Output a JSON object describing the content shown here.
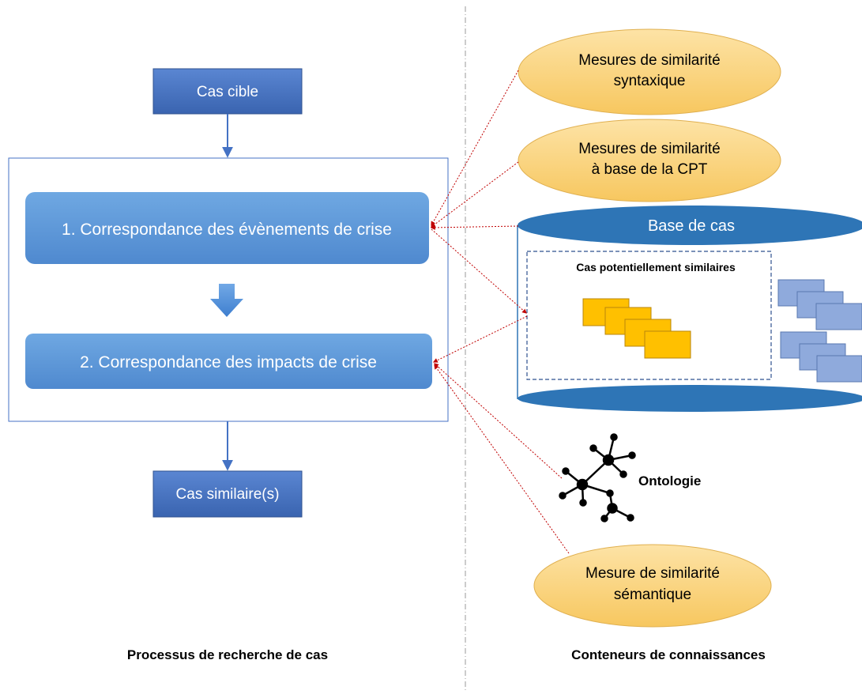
{
  "process": {
    "target_case": "Cas cible",
    "step1": "1. Correspondance des évènements de crise",
    "step2": "2. Correspondance des impacts de crise",
    "similar_cases": "Cas similaire(s)",
    "caption": "Processus de recherche de cas"
  },
  "knowledge": {
    "syntactic": [
      "Mesures de similarité",
      "syntaxique"
    ],
    "cpt": [
      "Mesures de similarité",
      "à base de la CPT"
    ],
    "case_base": "Base de cas",
    "potential_cases": "Cas potentiellement similaires",
    "ontology": "Ontologie",
    "semantic": [
      "Mesure de similarité",
      "sémantique"
    ],
    "caption": "Conteneurs de connaissances"
  },
  "colors": {
    "blue_box": "#4a76c4",
    "step_box": "#5f99d9",
    "ellipse_fill": "#fbd27a",
    "cylinder_top": "#2e75b6",
    "card_yellow": "#ffc000",
    "card_blue": "#8faadc",
    "link_red": "#c00000"
  }
}
